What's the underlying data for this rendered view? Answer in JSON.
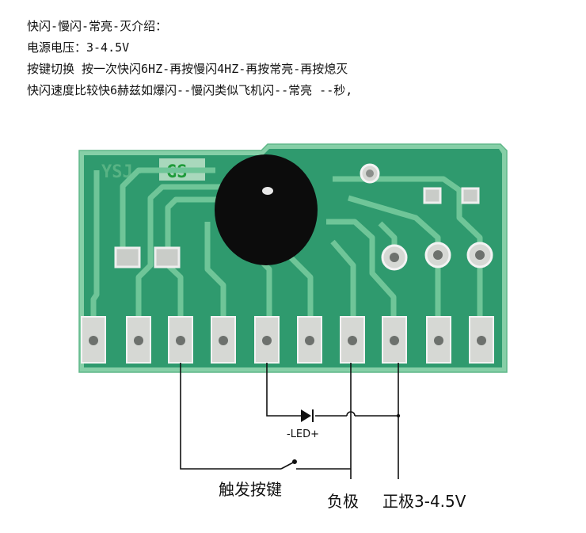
{
  "description": {
    "line1": "快闪-慢闪-常亮-灭介绍：",
    "line2": "电源电压：3-4.5V",
    "line3": "按键切换 按一次快闪6HZ-再按慢闪4HZ-再按常亮-再按熄灭",
    "line4": "快闪速度比较快6赫兹如爆闪--慢闪类似飞机闪--常亮 --秒,"
  },
  "board": {
    "silk_text_left": "YSJ-",
    "silk_text_right": "GS",
    "pcb_color": "#2f9a6e",
    "pcb_edge_color": "#88cfa9",
    "trace_color": "#6fc598",
    "pad_color": "#d6d8d4",
    "chip_color": "#0c0c0c"
  },
  "labels": {
    "led": "-LED+",
    "trigger_key": "触发按键",
    "negative": "负极",
    "positive": "正极3-4.5V"
  }
}
